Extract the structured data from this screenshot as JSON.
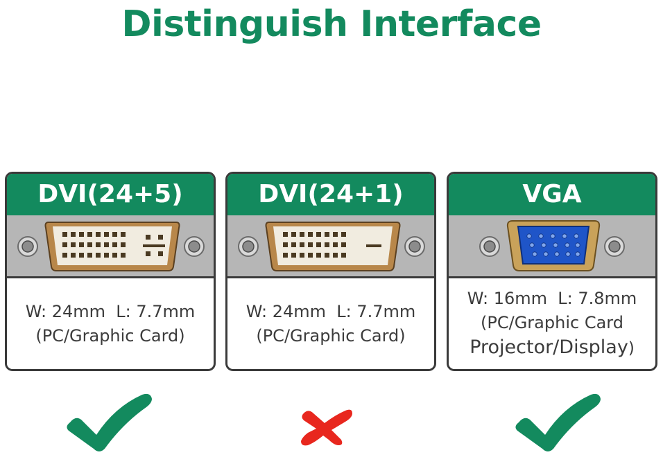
{
  "title": "Distinguish Interface",
  "colors": {
    "brand_green": "#138a5e",
    "check_green": "#138a5e",
    "cross_red": "#e8271e",
    "border": "#3a3a3a",
    "panel_gray": "#b6b6b6"
  },
  "cards": [
    {
      "header": "DVI(24+5)",
      "image": "dvi-24-5-port",
      "spec": "W: 24mm  L: 7.7mm",
      "use_line1": "(PC/Graphic Card)",
      "compatible_icon": "check-icon"
    },
    {
      "header": "DVI(24+1)",
      "image": "dvi-24-1-port",
      "spec": "W: 24mm  L: 7.7mm",
      "use_line1": "(PC/Graphic Card)",
      "compatible_icon": "cross-icon"
    },
    {
      "header": "VGA",
      "image": "vga-port",
      "spec": "W: 16mm  L: 7.8mm",
      "use_line1": "(PC/Graphic Card",
      "use_line2": "Projector/Display",
      "use_line2_end": ")",
      "compatible_icon": "check-icon"
    }
  ]
}
